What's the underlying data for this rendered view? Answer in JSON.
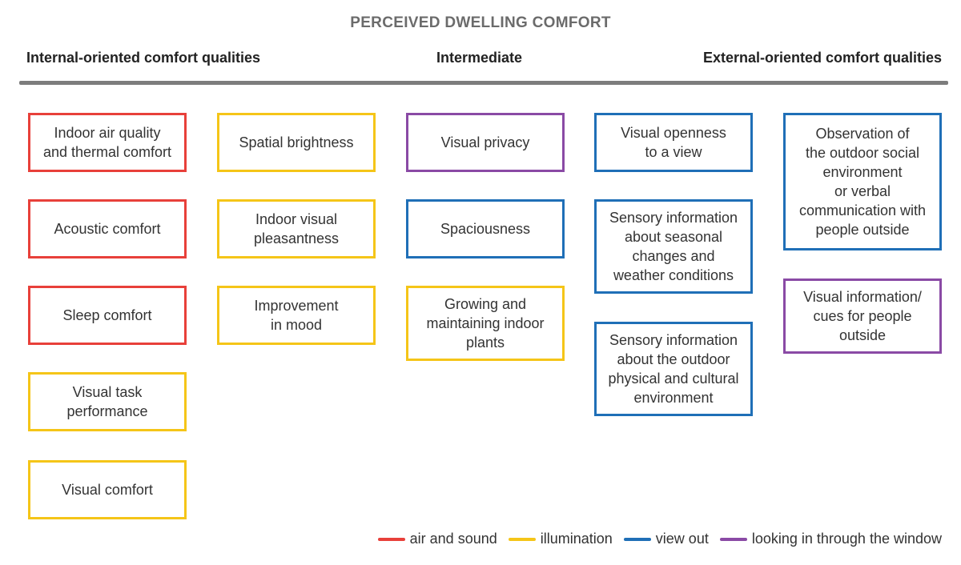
{
  "title": "PERCEIVED DWELLING COMFORT",
  "headers": {
    "internal": "Internal-oriented comfort qualities",
    "intermediate": "Intermediate",
    "external": "External-oriented comfort qualities"
  },
  "colors": {
    "air_and_sound": "#e8403a",
    "illumination": "#f5c518",
    "view_out": "#1f6fb7",
    "looking_in": "#8a4aa5",
    "divider": "#7d7d7d"
  },
  "boxes": {
    "indoor_air": "Indoor air quality\nand thermal comfort",
    "acoustic": "Acoustic comfort",
    "sleep": "Sleep comfort",
    "visual_task": "Visual task\nperformance",
    "visual_comfort": "Visual comfort",
    "spatial_brightness": "Spatial brightness",
    "indoor_pleasantness": "Indoor visual\npleasantness",
    "mood": "Improvement\nin mood",
    "visual_privacy": "Visual privacy",
    "spaciousness": "Spaciousness",
    "plants": "Growing and\nmaintaining indoor\nplants",
    "openness": "Visual openness\nto a view",
    "seasonal": "Sensory information\nabout seasonal\nchanges and\nweather conditions",
    "outdoor_env": "Sensory information\nabout the outdoor\nphysical and cultural\nenvironment",
    "observation": "Observation of\nthe outdoor social\nenvironment\nor verbal\ncommunication with\npeople outside",
    "cues": "Visual information/\ncues for people\noutside"
  },
  "legend": {
    "air_and_sound": "air and sound",
    "illumination": "illumination",
    "view_out": "view out",
    "looking_in": "looking in through the window"
  }
}
